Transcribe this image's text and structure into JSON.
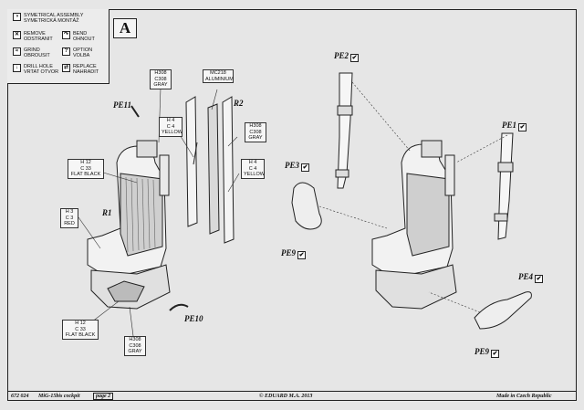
{
  "legend": {
    "items": [
      {
        "icon": "◑",
        "label1": "SYMETRICAL ASSEMBLY",
        "label2": "SYMETRICKÁ MONTÁŽ"
      },
      {
        "icon": "✕",
        "label1": "REMOVE",
        "label2": "ODSTRANIT"
      },
      {
        "icon": "↷",
        "label1": "BEND",
        "label2": "OHNOUT"
      },
      {
        "icon": "≈",
        "label1": "GRIND",
        "label2": "OBROUSIT"
      },
      {
        "icon": "?",
        "label1": "OPTION",
        "label2": "VOLBA"
      },
      {
        "icon": "↓",
        "label1": "DRILL HOLE",
        "label2": "VRTAT OTVOR"
      },
      {
        "icon": "⇄",
        "label1": "REPLACE",
        "label2": "NAHRADIT"
      }
    ]
  },
  "step": "A",
  "callouts": {
    "top_seat": {
      "l1": "H308",
      "l2": "C308",
      "l3": "GRAY"
    },
    "rail_al": {
      "l1": "MC218",
      "l2": "ALUMINIUM"
    },
    "yellow_mid": {
      "l1": "H 4",
      "l2": "C 4",
      "l3": "YELLOW"
    },
    "gray_right": {
      "l1": "H308",
      "l2": "C308",
      "l3": "GRAY"
    },
    "yellow_right": {
      "l1": "H 4",
      "l2": "C 4",
      "l3": "YELLOW"
    },
    "flat_black": {
      "l1": "H 12",
      "l2": "C 33",
      "l3": "FLAT BLACK"
    },
    "red": {
      "l1": "H 3",
      "l2": "C 3",
      "l3": "RED"
    },
    "flat_black_bottom": {
      "l1": "H 12",
      "l2": "C 33",
      "l3": "FLAT BLACK"
    },
    "gray_bottom": {
      "l1": "H308",
      "l2": "C308",
      "l3": "GRAY"
    }
  },
  "labels": {
    "r1": "R1",
    "r2": "R2",
    "pe11": "PE11",
    "pe10": "PE10",
    "pe2": "PE2",
    "pe1": "PE1",
    "pe3": "PE3",
    "pe9a": "PE9",
    "pe4": "PE4",
    "pe9b": "PE9",
    "check": "✔"
  },
  "footer": {
    "code": "672 024",
    "title": "MiG-15bis cockpit",
    "page": "page 2",
    "copyright": "© EDUARD  M.A. 2013",
    "made": "Made in Czech Republic"
  }
}
